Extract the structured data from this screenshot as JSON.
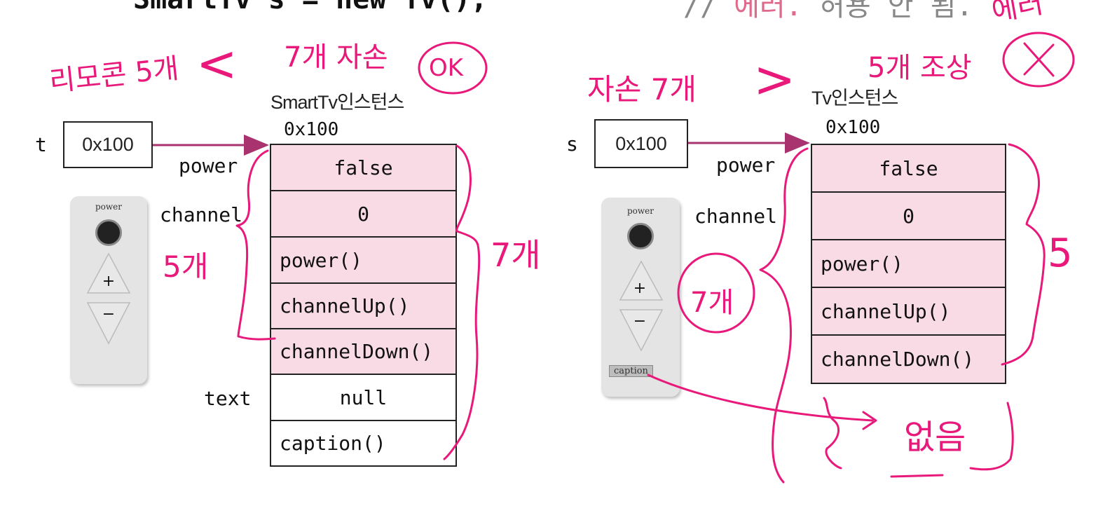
{
  "header": {
    "code_line": "SmartTv s = new Tv();",
    "comment_prefix": "// ",
    "comment_error": "에러.",
    "comment_rest": " 허용 안 됨."
  },
  "left": {
    "instance_title": "SmartTv인스턴스",
    "address": "0x100",
    "ref_var": "t",
    "ref_value": "0x100",
    "member_labels": {
      "power": "power",
      "channel": "channel",
      "text": "text"
    },
    "cells": [
      "false",
      "0",
      "power()",
      "channelUp()",
      "channelDown()",
      "null",
      "caption()"
    ],
    "remote": {
      "power_label": "power",
      "plus": "+",
      "minus": "−"
    }
  },
  "right": {
    "instance_title": "Tv인스턴스",
    "address": "0x100",
    "ref_var": "s",
    "ref_value": "0x100",
    "member_labels": {
      "power": "power",
      "channel": "channel"
    },
    "cells": [
      "false",
      "0",
      "power()",
      "channelUp()",
      "channelDown()"
    ],
    "remote": {
      "power_label": "power",
      "plus": "+",
      "minus": "−",
      "caption_label": "caption"
    }
  },
  "annotations": {
    "left_usage": "리모콘 5개",
    "less_than": "<",
    "left_members": "7개 자손",
    "ok": "OK",
    "left_remote_count": "5개",
    "left_brace_count": "7개",
    "right_members": "자손 7개",
    "greater_than": ">",
    "right_usage": "5개 조상",
    "error_top": "에러",
    "right_remote_count": "7개",
    "right_brace_count": "5",
    "missing": "없음"
  },
  "colors": {
    "ink": "#e8197a",
    "arrow": "#a8336f",
    "cell_fill": "#f9dbe6"
  }
}
